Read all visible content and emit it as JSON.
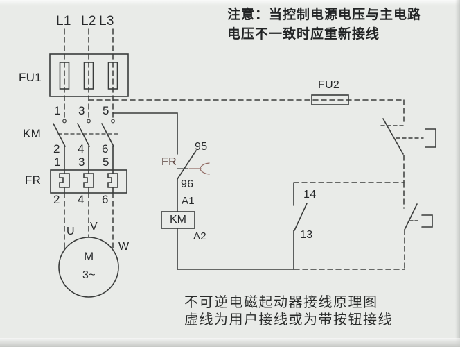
{
  "note": {
    "line1": "注意：当控制电源电压与主电路",
    "line2": "电压不一致时应重新接线"
  },
  "caption": {
    "line1": "不可逆电磁起动器接线原理图",
    "line2": "虚线为用户接线或为带按钮接线"
  },
  "power": {
    "phases": [
      "L1",
      "L2",
      "L3"
    ]
  },
  "components": {
    "fu1": "FU1",
    "fu2": "FU2",
    "km_contacts": "KM",
    "fr_heater": "FR",
    "fr_contact": "FR",
    "km_coil": "KM"
  },
  "motor": {
    "symbol": "M",
    "phases": "3~",
    "terminals": {
      "u": "U",
      "v": "V",
      "w": "W"
    }
  },
  "terminals": {
    "km_top": [
      "1",
      "3",
      "5"
    ],
    "km_bottom": [
      "2",
      "4",
      "6"
    ],
    "fr_top": [
      "1",
      "3",
      "5"
    ],
    "fr_bottom": [
      "2",
      "4",
      "6"
    ],
    "fr_contact": {
      "t95": "95",
      "t96": "96"
    },
    "coil": {
      "a1": "A1",
      "a2": "A2"
    },
    "aux": {
      "t13": "13",
      "t14": "14"
    }
  },
  "colors": {
    "background": "#e9ebe8",
    "line": "#3a3c3b",
    "text": "#26282a",
    "fr_accent": "#5a423d"
  }
}
